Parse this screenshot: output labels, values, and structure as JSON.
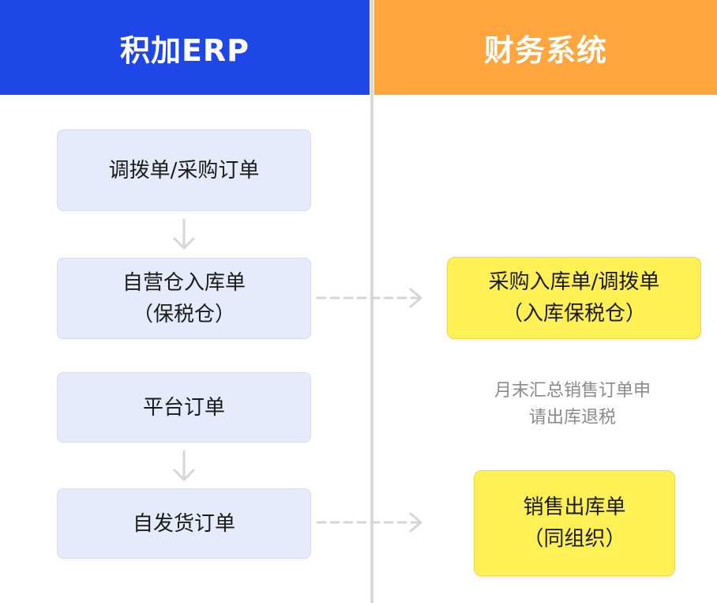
{
  "columns": {
    "left_title": "积加ERP",
    "right_title": "财务系统"
  },
  "erp_nodes": [
    {
      "line1": "调拨单/采购订单",
      "line2": ""
    },
    {
      "line1": "自营仓入库单",
      "line2": "（保税仓）"
    },
    {
      "line1": "平台订单",
      "line2": ""
    },
    {
      "line1": "自发货订单",
      "line2": ""
    }
  ],
  "finance_nodes": [
    {
      "line1": "采购入库单/调拨单",
      "line2": "（入库保税仓）"
    },
    {
      "line1": "销售出库单",
      "line2": "（同组织）"
    }
  ],
  "note": {
    "line1": "月末汇总销售订单申",
    "line2": "请出库退税"
  },
  "colors": {
    "erp_header": "#1f46e6",
    "finance_header": "#ffa53d",
    "erp_node_fill": "#e6ebfb",
    "finance_node_fill": "#fff155",
    "connector": "#d6d6d6"
  }
}
